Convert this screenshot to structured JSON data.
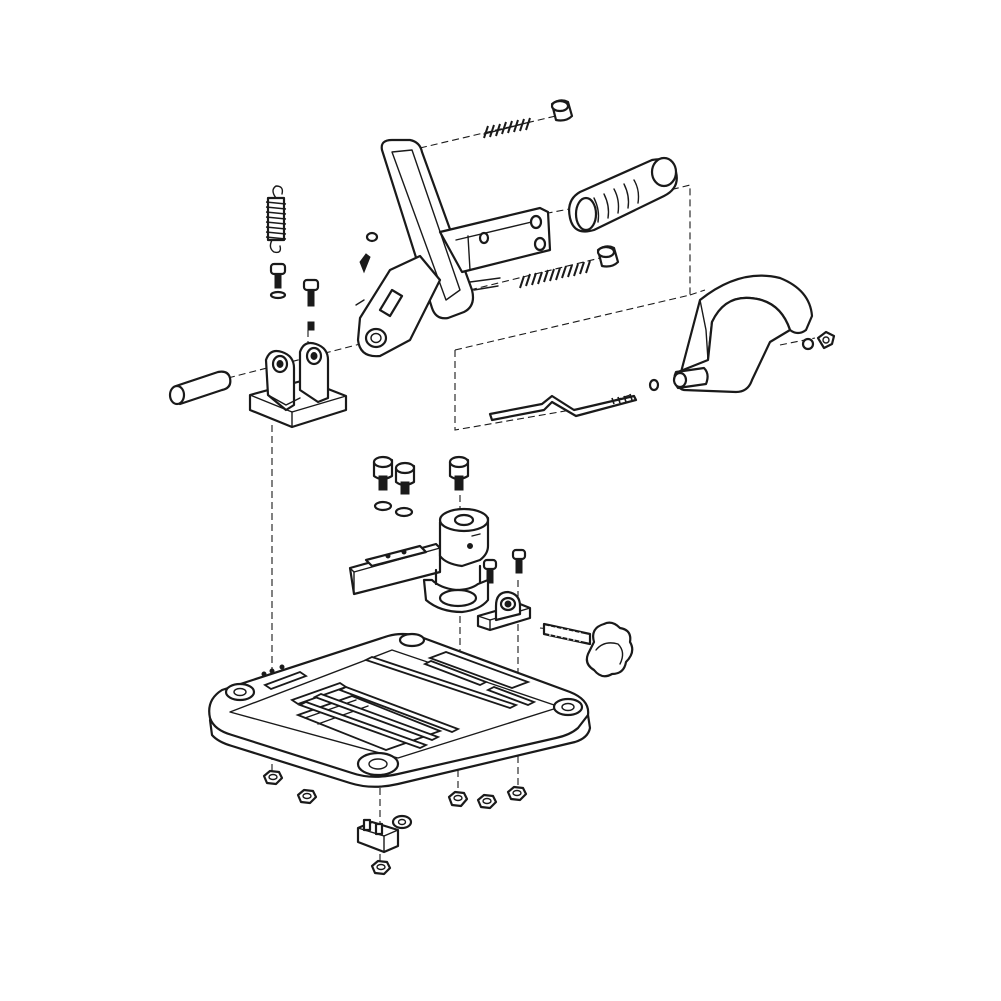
{
  "diagram": {
    "kind": "exploded-assembly-line-drawing",
    "colors": {
      "line": "#1a1a1a",
      "background": "#ffffff",
      "shade": "#cfcfcf"
    },
    "parts": [
      "base-plate",
      "pivot-bracket",
      "pivot-pin",
      "swing-arm",
      "handle-grip",
      "blade-guard",
      "return-spring",
      "guard-rod",
      "vise-fence",
      "vise-clamp-block",
      "clamp-knob-screw",
      "socket-cap-screws",
      "hex-nuts",
      "washers",
      "base-clip"
    ]
  }
}
